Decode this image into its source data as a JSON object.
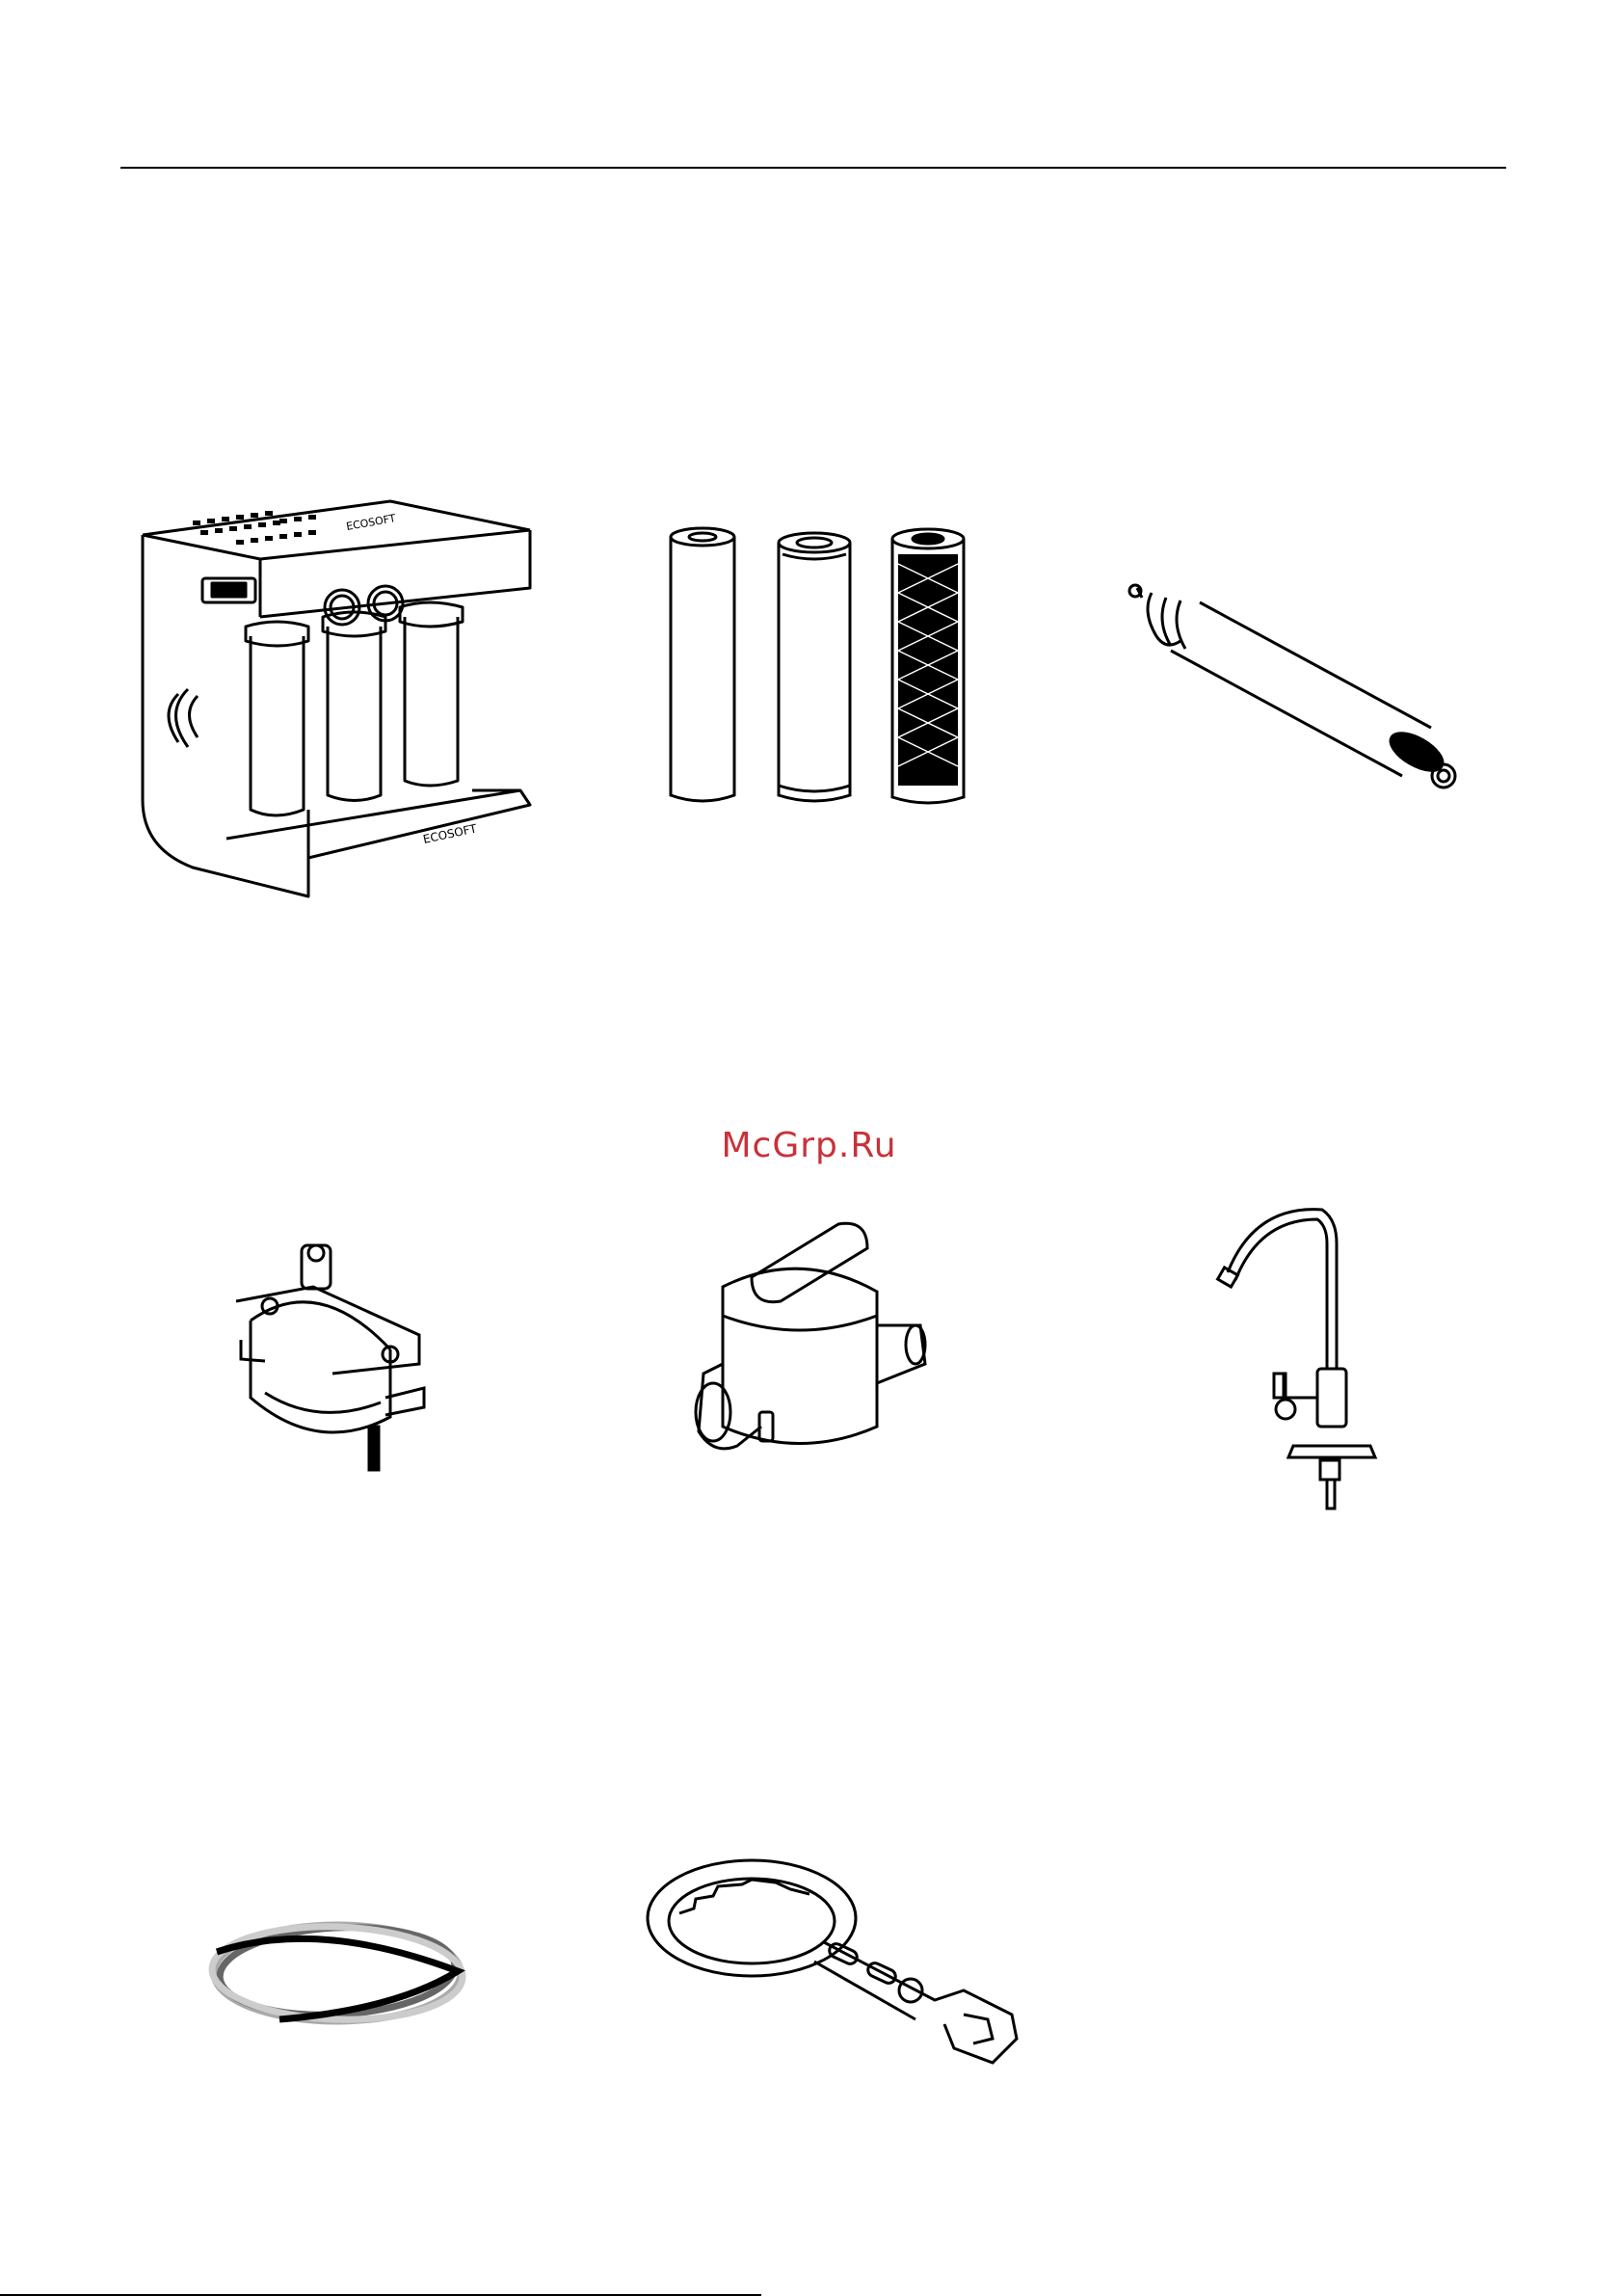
{
  "watermark": {
    "text": "McGrp.Ru",
    "color": "#c8323a"
  },
  "device": {
    "panel_brand": "ECOSOFT",
    "base_brand": "ECOSOFT"
  },
  "items": [
    {
      "id": "ro-unit",
      "icon": "filter-system-icon"
    },
    {
      "id": "cartridges",
      "icon": "cartridge-set-icon"
    },
    {
      "id": "membrane",
      "icon": "membrane-icon"
    },
    {
      "id": "saddle-clamp",
      "icon": "saddle-clamp-icon"
    },
    {
      "id": "ball-valve",
      "icon": "valve-icon"
    },
    {
      "id": "faucet",
      "icon": "faucet-icon"
    },
    {
      "id": "tubing",
      "icon": "tubing-icon"
    },
    {
      "id": "wrench",
      "icon": "wrench-icon"
    }
  ],
  "colors": {
    "line": "#000000",
    "accent": "#c8323a"
  }
}
